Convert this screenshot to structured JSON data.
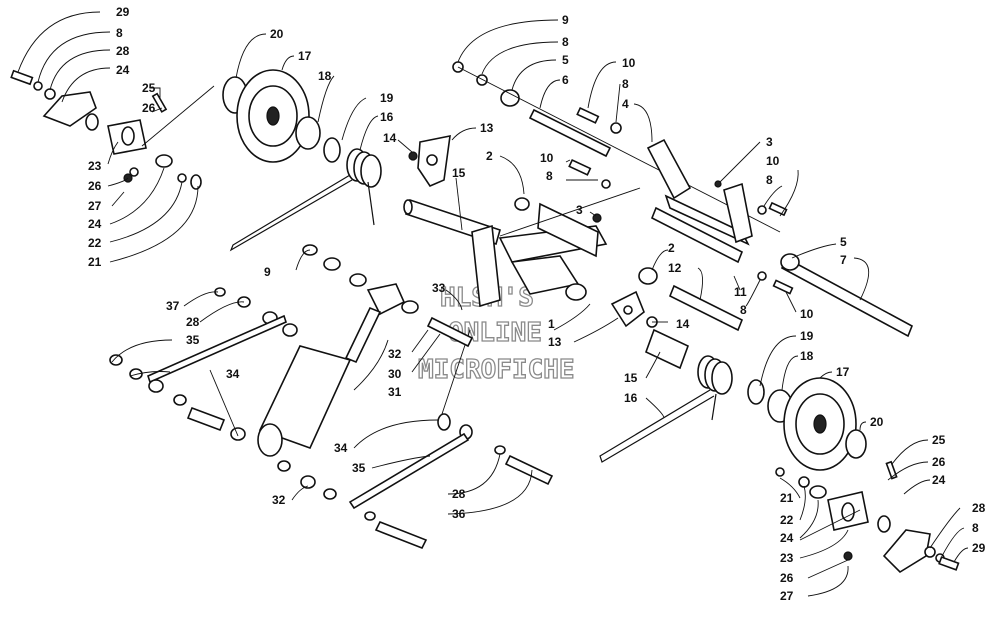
{
  "watermark": [
    "HLSM'S",
    "ONLINE",
    "MICROFICHE"
  ],
  "callouts_left_top": [
    "29",
    "8",
    "28",
    "24",
    "25",
    "26",
    "23",
    "26",
    "27",
    "24",
    "22",
    "21"
  ],
  "callouts_top_center": [
    "20",
    "17",
    "18",
    "19",
    "16",
    "14",
    "13",
    "2",
    "15"
  ],
  "callouts_top_right": [
    "9",
    "8",
    "5",
    "6",
    "10",
    "8",
    "4",
    "3",
    "10",
    "8",
    "10",
    "8",
    "3",
    "2",
    "12",
    "11",
    "8",
    "5",
    "7",
    "10"
  ],
  "callouts_middle": [
    "9",
    "37",
    "28",
    "35",
    "34",
    "33",
    "32",
    "30",
    "31",
    "1",
    "13",
    "14",
    "15",
    "16"
  ],
  "callouts_bottom": [
    "34",
    "35",
    "32",
    "28",
    "36"
  ],
  "callouts_right_bottom": [
    "19",
    "18",
    "17",
    "20",
    "25",
    "26",
    "21",
    "22",
    "24",
    "24",
    "23",
    "26",
    "27",
    "28",
    "8",
    "29"
  ]
}
